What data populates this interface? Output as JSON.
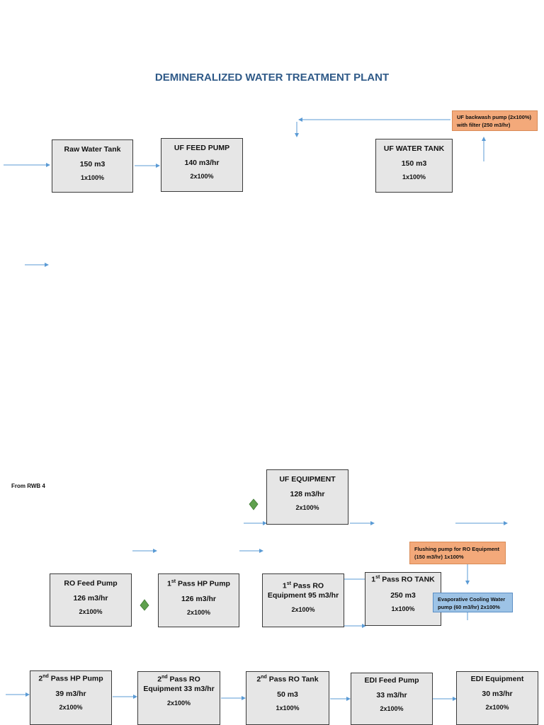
{
  "title": "DEMINERALIZED WATER TREATMENT PLANT",
  "from_label": "From RWB 4",
  "boxes": {
    "raw_water_tank": {
      "name": "Raw Water Tank",
      "cap": "150 m3",
      "cfg": "1x100%"
    },
    "uf_feed_pump": {
      "name": "UF FEED PUMP",
      "cap": "140 m3/hr",
      "cfg": "2x100%"
    },
    "uf_water_tank": {
      "name": "UF WATER TANK",
      "cap": "150 m3",
      "cfg": "1x100%"
    },
    "uf_equipment": {
      "name": "UF EQUIPMENT",
      "cap": "128 m3/hr",
      "cfg": "2x100%"
    },
    "ro_feed_pump": {
      "name": "RO Feed Pump",
      "cap": "126 m3/hr",
      "cfg": "2x100%"
    },
    "pass1_hp_pump": {
      "pre": "1",
      "sup": "st",
      "name": " Pass HP Pump",
      "cap": "126 m3/hr",
      "cfg": "2x100%"
    },
    "pass1_ro_equipment": {
      "pre": "1",
      "sup": "st",
      "name": " Pass RO",
      "cap": "Equipment 95 m3/hr",
      "cfg": "2x100%"
    },
    "pass1_ro_tank": {
      "pre": "1",
      "sup": "st",
      "name": " Pass RO TANK",
      "cap": "250 m3",
      "cfg": "1x100%"
    },
    "pass2_hp_pump": {
      "pre": "2",
      "sup": "nd",
      "name": " Pass HP Pump",
      "cap": "39 m3/hr",
      "cfg": "2x100%"
    },
    "pass2_ro_equipment": {
      "pre": "2",
      "sup": "nd",
      "name": " Pass RO",
      "cap": "Equipment 33 m3/hr",
      "cfg": "2x100%"
    },
    "pass2_ro_tank": {
      "pre": "2",
      "sup": "nd",
      "name": " Pass RO Tank",
      "cap": "50 m3",
      "cfg": "1x100%"
    },
    "edi_feed_pump": {
      "name": "EDI Feed Pump",
      "cap": "33 m3/hr",
      "cfg": "2x100%"
    },
    "edi_equipment": {
      "name": "EDI Equipment",
      "cap": "30 m3/hr",
      "cfg": "2x100%"
    }
  },
  "notes": {
    "uf_backwash": {
      "line1": "UF backwash pump (2x100%)",
      "line2": "with filter (250 m3/hr)"
    },
    "flushing_pump": {
      "line1": "Flushing pump for RO Equipment",
      "line2": "(150 m3/hr) 1x100%"
    },
    "evap_cooling": {
      "line1": "Evaporative Cooling Water",
      "line2": "pump (60 m3/hr) 2x100%"
    }
  },
  "colors": {
    "title": "#2f5a88",
    "arrow": "#5b9bd5",
    "box_fill": "#e6e6e6",
    "orange_note": "#f3a97a",
    "blue_note": "#9dc3e6",
    "diamond": "#5fa04e"
  }
}
